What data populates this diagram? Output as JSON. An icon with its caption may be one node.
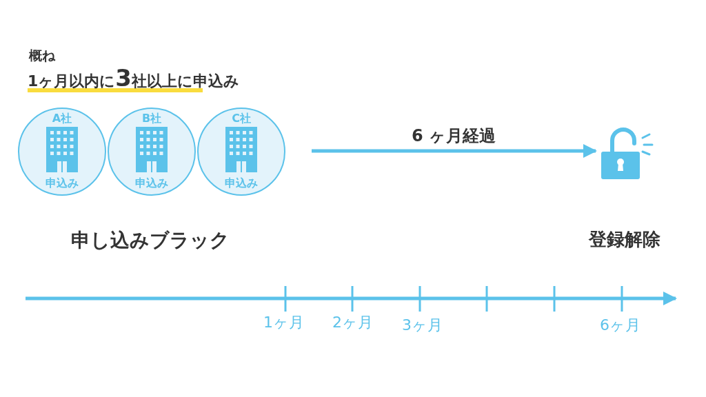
{
  "diagram": {
    "nodes": [
      {
        "text": [
          "A社",
          "申込み"
        ]
      },
      {
        "text": [
          "B社",
          "申込み"
        ]
      },
      {
        "text": [
          "C社",
          "申込み"
        ]
      },
      {
        "text": [],
        "shape": "picture",
        "beside": [
          "登録解除"
        ]
      }
    ],
    "edges": [
      {
        "from": null,
        "to": 3,
        "arrow": "to",
        "label": "6 ヶ月経過"
      }
    ],
    "labels": [
      "概ね",
      "1ヶ月以内に**3**社以上に申込み",
      "申し込みブラック",
      "1ヶ月",
      "2ヶ月",
      "3ヶ月",
      "6ヶ月"
    ]
  }
}
